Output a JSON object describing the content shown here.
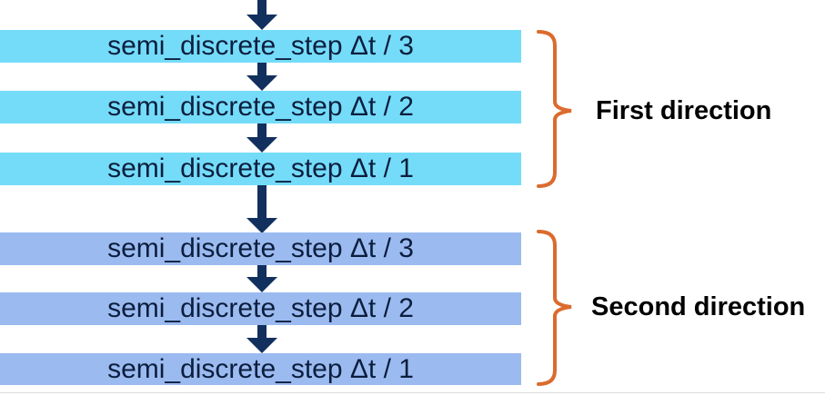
{
  "diagram": {
    "description": "Dimensional-splitting time-integration flow diagram",
    "bars": [
      {
        "label": "semi_discrete_step Δt / 3",
        "group": "first"
      },
      {
        "label": "semi_discrete_step Δt / 2",
        "group": "first"
      },
      {
        "label": "semi_discrete_step Δt / 1",
        "group": "first"
      },
      {
        "label": "semi_discrete_step Δt / 3",
        "group": "second"
      },
      {
        "label": "semi_discrete_step Δt / 2",
        "group": "second"
      },
      {
        "label": "semi_discrete_step Δt / 1",
        "group": "second"
      }
    ],
    "group_labels": {
      "first": "First direction",
      "second": "Second direction"
    },
    "colors": {
      "first_group_bar_fill": "#74DCF9",
      "second_group_bar_fill": "#9BBBF0",
      "arrow": "#12305E",
      "brace": "#DB6B2E",
      "bar_text": "#0C1E3E",
      "group_label_text": "#000000",
      "background": "#FFFFFF"
    }
  }
}
